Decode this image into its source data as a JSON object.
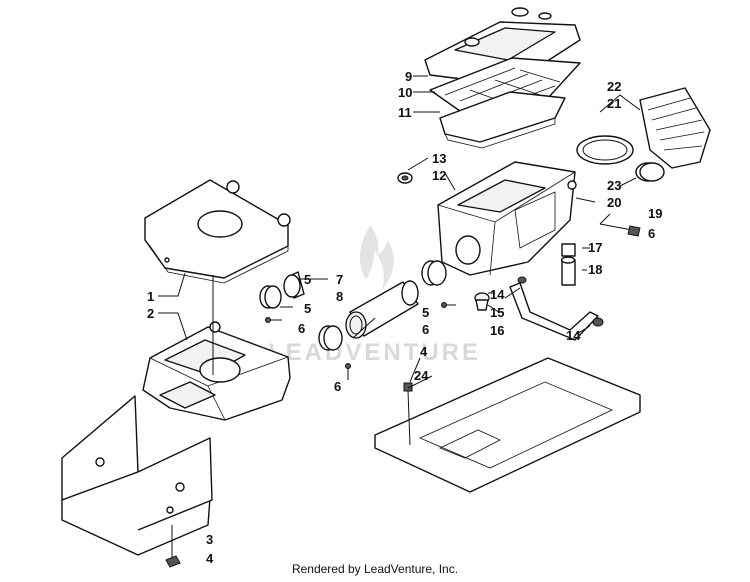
{
  "footer": "Rendered by LeadVenture, Inc.",
  "watermark": "LEADVENTURE",
  "callouts": {
    "c1": "1",
    "c2": "2",
    "c3": "3",
    "c4a": "4",
    "c4b": "4",
    "c5a": "5",
    "c5b": "5",
    "c6a": "6",
    "c6b": "6",
    "c6c": "6",
    "c6d": "6",
    "c7": "7",
    "c8": "8",
    "c9": "9",
    "c10": "10",
    "c11": "11",
    "c12": "12",
    "c13": "13",
    "c14a": "14",
    "c14b": "14",
    "c15": "15",
    "c16": "16",
    "c17": "17",
    "c18": "18",
    "c19": "19",
    "c20": "20",
    "c21": "21",
    "c22": "22",
    "c23": "23",
    "c24": "24"
  }
}
